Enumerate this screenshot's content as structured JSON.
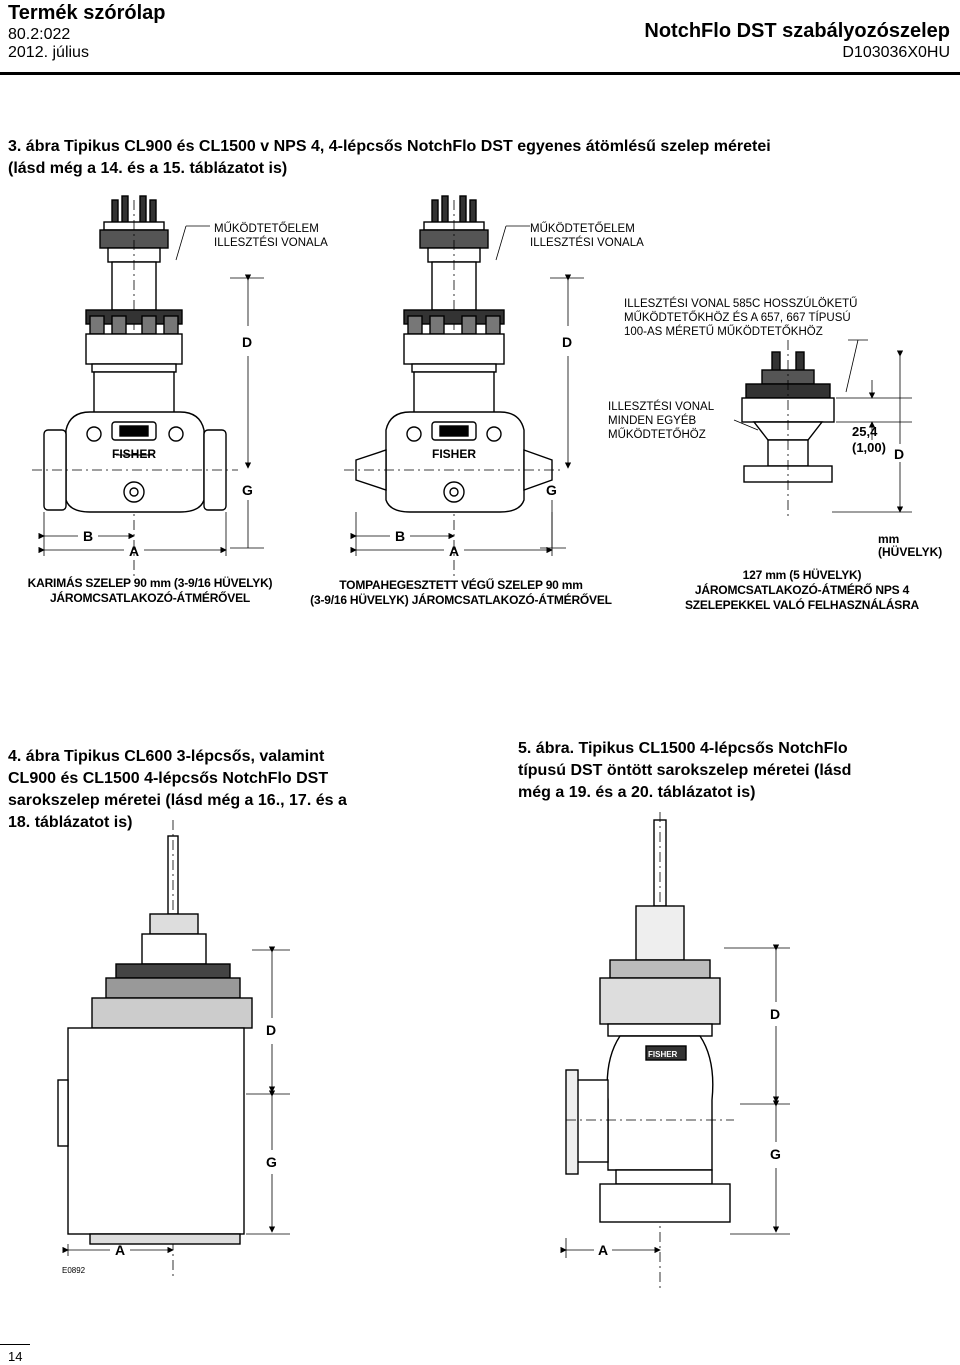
{
  "header": {
    "doc_type": "Termék szórólap",
    "doc_number": "80.2:022",
    "date": "2012. július",
    "product": "NotchFlo DST szabályozószelep",
    "doc_code": "D103036X0HU"
  },
  "figure3": {
    "title_line1": "3. ábra Tipikus CL900 és CL1500 v NPS 4, 4-lépcsős NotchFlo DST egyenes átömlésű szelep méretei",
    "title_line2": "(lásd még a 14. és a 15. táblázatot is)",
    "actuator_line1": "MŰKÖDTETŐELEM",
    "actuator_line2": "ILLESZTÉSI VONALA",
    "note1_line1": "ILLESZTÉSI VONAL 585C HOSSZÚLÖKETŰ",
    "note1_line2": "MŰKÖDTETŐKHÖZ ÉS A 657, 667 TÍPUSÚ",
    "note1_line3": "100-AS MÉRETŰ MŰKÖDTETŐKHÖZ",
    "note2_line1": "ILLESZTÉSI VONAL",
    "note2_line2": "MINDEN EGYÉB",
    "note2_line3": "MŰKÖDTETŐHÖZ",
    "dim_mm": "25,4",
    "dim_in": "(1,00)",
    "unit_line1": "mm",
    "unit_line2": "(HÜVELYK)",
    "brand": "FISHER",
    "dim_a": "A",
    "dim_b": "B",
    "dim_d": "D",
    "dim_g": "G",
    "cap1_line1": "KARIMÁS SZELEP 90 mm (3-9/16 HÜVELYK)",
    "cap1_line2": "JÁROMCSATLAKOZÓ-ÁTMÉRŐVEL",
    "cap2_line1": "TOMPAHEGESZTETT VÉGŰ SZELEP 90 mm",
    "cap2_line2": "(3-9/16 HÜVELYK) JÁROMCSATLAKOZÓ-ÁTMÉRŐVEL",
    "cap3_line1": "127 mm (5 HÜVELYK)",
    "cap3_line2": "JÁROMCSATLAKOZÓ-ÁTMÉRŐ NPS 4",
    "cap3_line3": "SZELEPEKKEL VALÓ FELHASZNÁLÁSRA"
  },
  "figure4": {
    "title_line1": "4. ábra Tipikus CL600 3-lépcsős, valamint",
    "title_line2": "CL900 és CL1500 4-lépcsős NotchFlo DST",
    "title_line3": "sarokszelep méretei (lásd még a 16., 17. és a",
    "title_line4": "18. táblázatot is)",
    "code": "E0892"
  },
  "figure5": {
    "title_line1": "5. ábra. Tipikus CL1500 4-lépcsős NotchFlo",
    "title_line2": "típusú DST öntött sarokszelep méretei (lásd",
    "title_line3": "még a 19. és a 20. táblázatot is)"
  },
  "footer": {
    "page": "14"
  }
}
